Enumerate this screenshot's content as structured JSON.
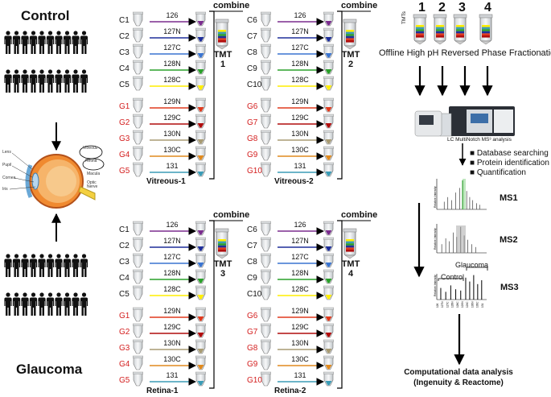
{
  "left": {
    "control_label": "Control",
    "glaucoma_label": "Glaucoma",
    "eye_labels": [
      "Lens",
      "Pupil",
      "Cornea",
      "Iris",
      "Vitreous",
      "Retina",
      "Macula",
      "Optic Nerve"
    ]
  },
  "tags": [
    "126",
    "127N",
    "127C",
    "128N",
    "128C",
    "129N",
    "129C",
    "130N",
    "130C",
    "131"
  ],
  "colors": {
    "tag_arrows": [
      "#7b2d8e",
      "#1f2f9a",
      "#3a74d0",
      "#2aa02a",
      "#ffee00",
      "#e03a1e",
      "#b00d0d",
      "#a89b73",
      "#e08a1e",
      "#3b9bb5"
    ],
    "sample_control": "#111111",
    "sample_glaucoma": "#d42020"
  },
  "blocks": [
    {
      "set_label": "Vitreous-1",
      "tmt_label": "TMT",
      "tmt_number": "1",
      "combine_label": "combine",
      "samples": [
        "C1",
        "C2",
        "C3",
        "C4",
        "C5",
        "G1",
        "G2",
        "G3",
        "G4",
        "G5"
      ]
    },
    {
      "set_label": "Vitreous-2",
      "tmt_label": "TMT",
      "tmt_number": "2",
      "combine_label": "combine",
      "samples": [
        "C6",
        "C7",
        "C8",
        "C9",
        "C10",
        "G6",
        "G7",
        "G8",
        "G9",
        "G10"
      ]
    },
    {
      "set_label": "Retina-1",
      "tmt_label": "TMT",
      "tmt_number": "3",
      "combine_label": "combine",
      "samples": [
        "C1",
        "C2",
        "C3",
        "C4",
        "C5",
        "G1",
        "G2",
        "G3",
        "G4",
        "G5"
      ]
    },
    {
      "set_label": "Retina-2",
      "tmt_label": "TMT",
      "tmt_number": "4",
      "combine_label": "combine",
      "samples": [
        "C6",
        "C7",
        "C8",
        "C9",
        "C10",
        "G6",
        "G7",
        "G8",
        "G9",
        "G10"
      ]
    }
  ],
  "right": {
    "tmt_numbers": [
      "1",
      "2",
      "3",
      "4"
    ],
    "tmts_label": "TMTs",
    "fractionation": "Offline High pH Reversed Phase Fractionation",
    "instrument_label": "LC MultiNotch MS³ analysis",
    "bullets": [
      "Database searching",
      "Protein identification",
      "Quantification"
    ],
    "ms_labels": [
      "MS1",
      "MS2",
      "MS3"
    ],
    "ms_axis_label": "Relative Intensity",
    "ms3_control": "Control",
    "ms3_glaucoma": "Glaucoma",
    "ms3_channels": [
      "126",
      "127N",
      "127C",
      "128N",
      "128C",
      "129N",
      "129C",
      "130N",
      "130C",
      "131"
    ],
    "final_line1": "Computational data analysis",
    "final_line2": "(Ingenuity & Reactome)"
  }
}
